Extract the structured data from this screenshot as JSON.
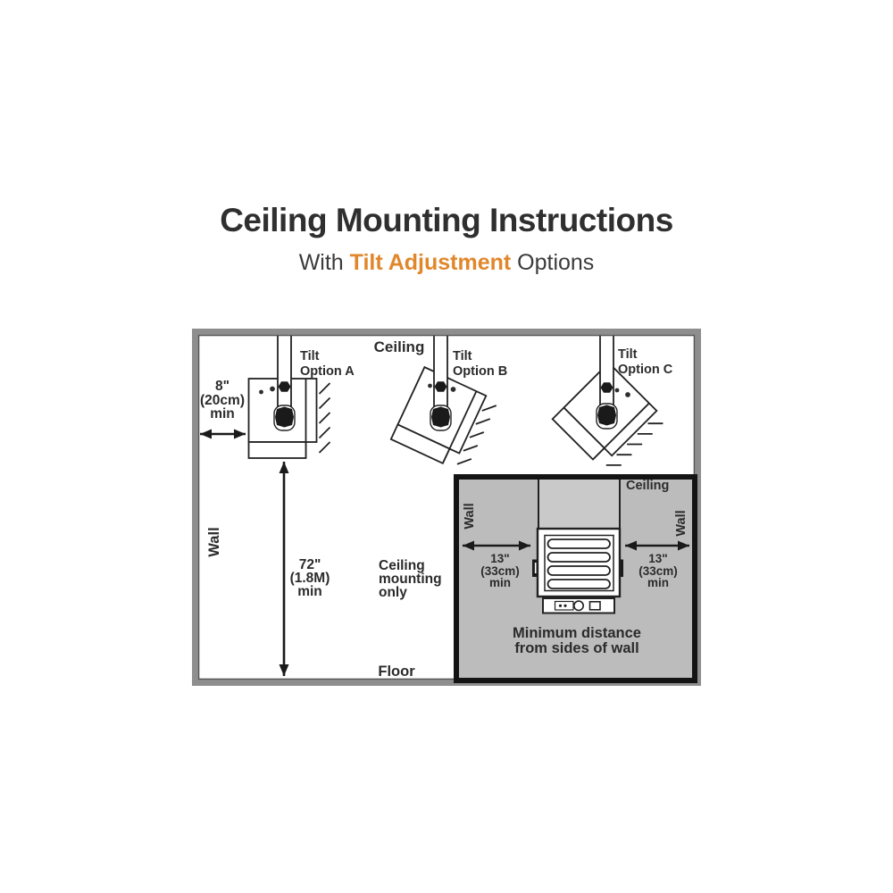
{
  "title": "Ceiling Mounting Instructions",
  "subtitle": {
    "prefix": "With ",
    "highlight": "Tilt Adjustment",
    "suffix": " Options"
  },
  "colors": {
    "accent_orange": "#e1872b",
    "title_text": "#2f2f2f",
    "diagram_line": "#222222",
    "room_border_gray": "#8e8e8e",
    "inset_background": "#bcbcbc",
    "inset_duct_fill": "#c9c9c9",
    "inset_border": "#141414"
  },
  "room": {
    "ceiling_label": "Ceiling",
    "wall_label": "Wall",
    "floor_label": "Floor",
    "mounting_note_lines": [
      "Ceiling",
      "mounting",
      "only"
    ],
    "tilt_options": [
      {
        "line1": "Tilt",
        "line2": "Option A"
      },
      {
        "line1": "Tilt",
        "line2": "Option B"
      },
      {
        "line1": "Tilt",
        "line2": "Option C"
      }
    ],
    "wall_clearance_lines": [
      "8\"",
      "(20cm)",
      "min"
    ],
    "floor_clearance_lines": [
      "72\"",
      "(1.8M)",
      "min"
    ]
  },
  "inset": {
    "ceiling_label": "Ceiling",
    "wall_left_label": "Wall",
    "wall_right_label": "Wall",
    "left_clearance_lines": [
      "13\"",
      "(33cm)",
      "min"
    ],
    "right_clearance_lines": [
      "13\"",
      "(33cm)",
      "min"
    ],
    "caption_lines": [
      "Minimum distance",
      "from sides of wall"
    ]
  }
}
